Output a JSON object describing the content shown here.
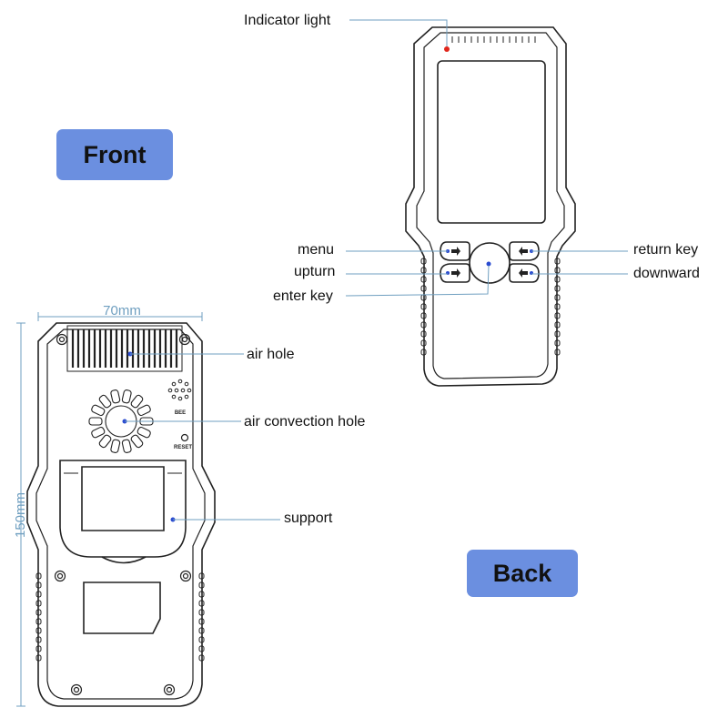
{
  "colors": {
    "badge": "#6b8fe0",
    "leader": "#6f9fc0",
    "indicator": "#e0261c",
    "dot": "#2a4bd0",
    "outline": "#222222"
  },
  "badges": {
    "front": "Front",
    "back": "Back"
  },
  "callouts": {
    "indicator_light": "Indicator light",
    "menu": "menu",
    "upturn": "upturn",
    "enter_key": "enter key",
    "return_key": "return key",
    "downward": "downward",
    "air_hole": "air hole",
    "air_convection_hole": "air convection hole",
    "support": "support"
  },
  "dimensions": {
    "width": "70mm",
    "height": "150mm"
  },
  "rear_labels": {
    "bee": "BEE",
    "reset": "RESET"
  }
}
